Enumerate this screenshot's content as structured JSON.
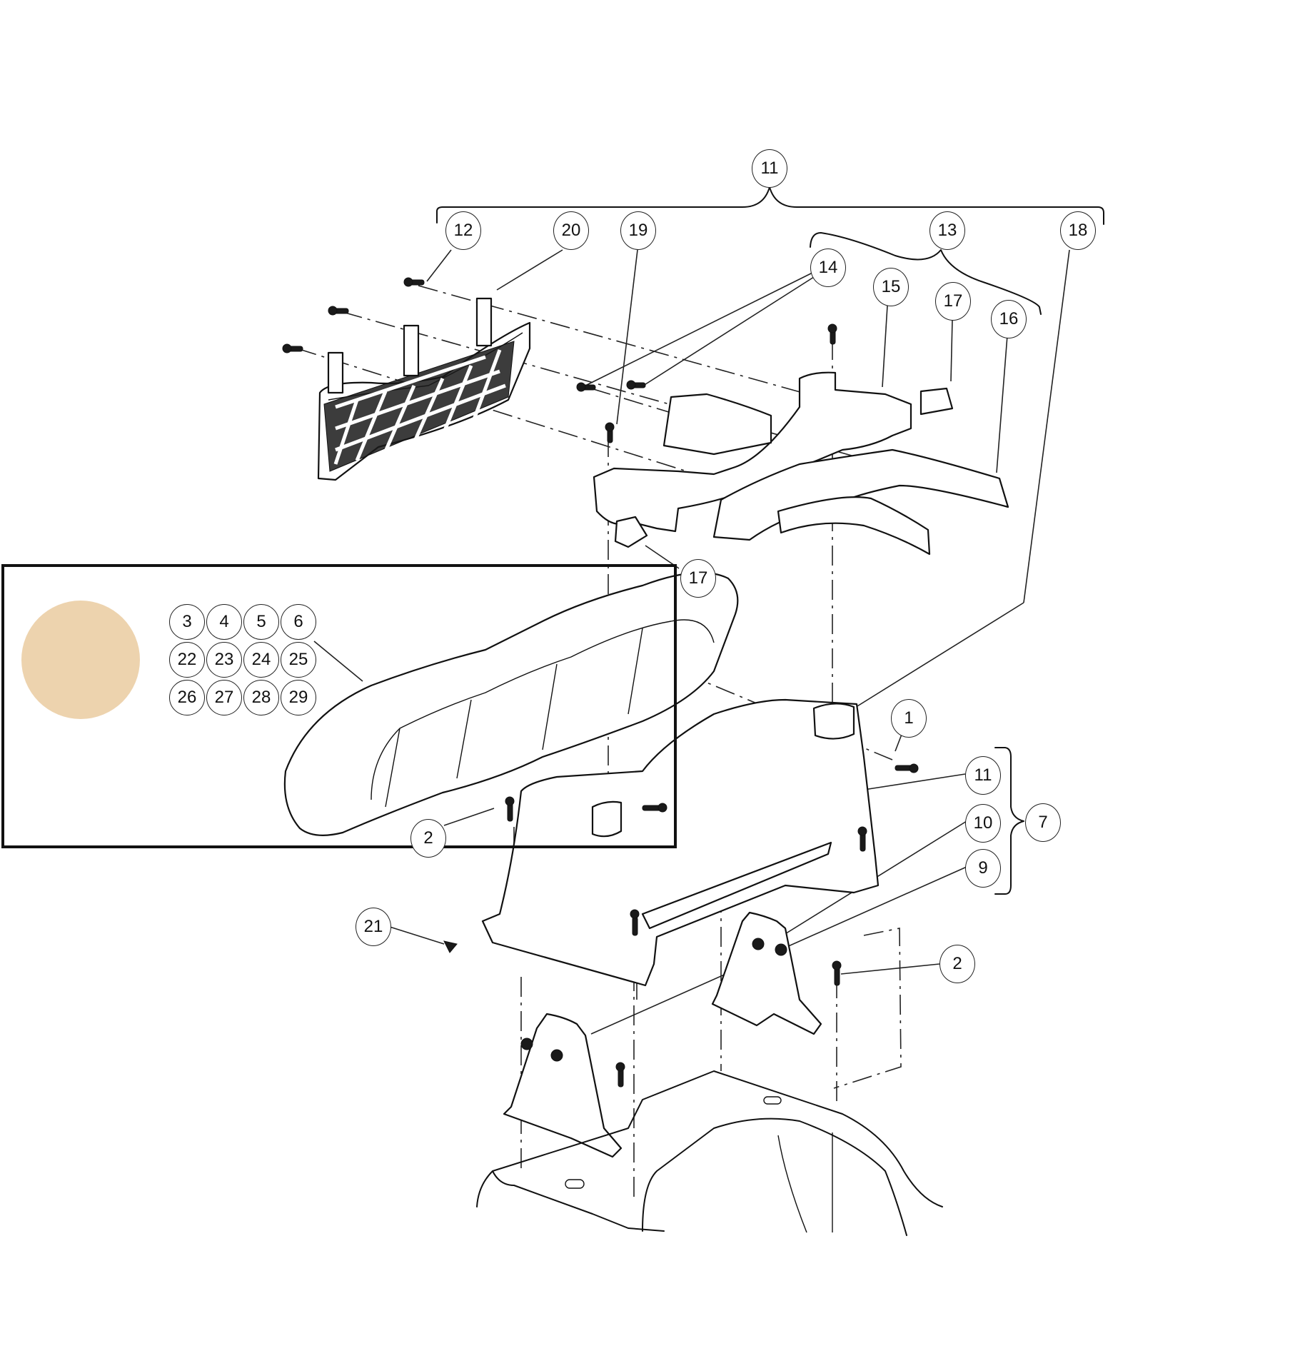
{
  "diagram": {
    "type": "exploded-parts-view",
    "subject": "Seat assembly with storage net, seat bottom, seat support and hinge brackets",
    "inset": {
      "swatch_color": "#EDD3AE",
      "frame_color": "#111111",
      "callouts": [
        {
          "label": "3"
        },
        {
          "label": "4"
        },
        {
          "label": "5"
        },
        {
          "label": "6"
        },
        {
          "label": "22"
        },
        {
          "label": "23"
        },
        {
          "label": "24"
        },
        {
          "label": "25"
        },
        {
          "label": "26"
        },
        {
          "label": "27"
        },
        {
          "label": "28"
        },
        {
          "label": "29"
        }
      ]
    },
    "callouts": {
      "top_11": "11",
      "c12": "12",
      "c20": "20",
      "c19": "19",
      "c13": "13",
      "c18": "18",
      "c14": "14",
      "c15": "15",
      "c17_top": "17",
      "c16": "16",
      "c17_bottom": "17",
      "c1": "1",
      "c11_right": "11",
      "c7": "7",
      "c10": "10",
      "c9": "9",
      "c2_left": "2",
      "c2_right": "2",
      "c21": "21"
    },
    "groups": [
      {
        "parent": "11",
        "members": [
          "12",
          "20",
          "19",
          "13",
          "18"
        ]
      },
      {
        "parent": "13",
        "members": [
          "14",
          "15",
          "17",
          "16"
        ]
      },
      {
        "parent": "7",
        "members": [
          "11",
          "10",
          "9"
        ]
      }
    ],
    "line_color": "#111111",
    "background": "#FFFFFF"
  }
}
